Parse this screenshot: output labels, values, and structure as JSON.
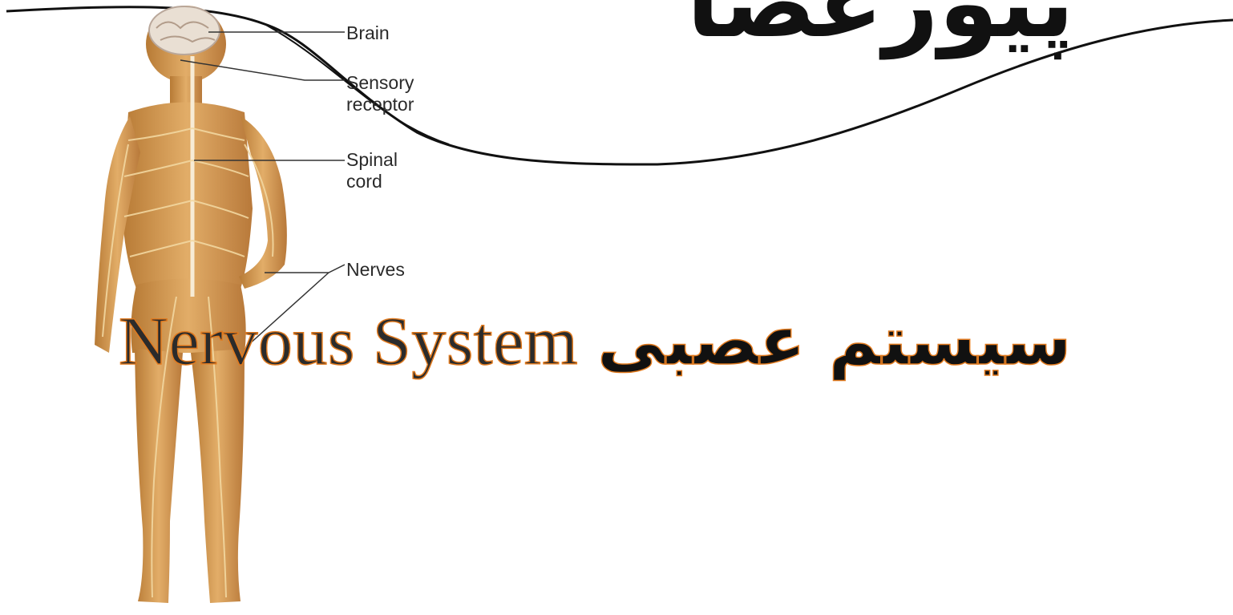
{
  "slide": {
    "top_script_text": "پیوزعصا",
    "title_english": "Nervous System",
    "title_persian": "سیستم عصبی"
  },
  "figure": {
    "labels": {
      "brain": "Brain",
      "sensory_receptor": "Sensory\nreceptor",
      "spinal_cord": "Spinal\ncord",
      "nerves": "Nerves"
    }
  },
  "colors": {
    "background": "#ffffff",
    "title_outline": "#e07a1f",
    "skin": "#d9a35f",
    "nerve": "#f2d7a0",
    "wave_line": "#111111"
  }
}
